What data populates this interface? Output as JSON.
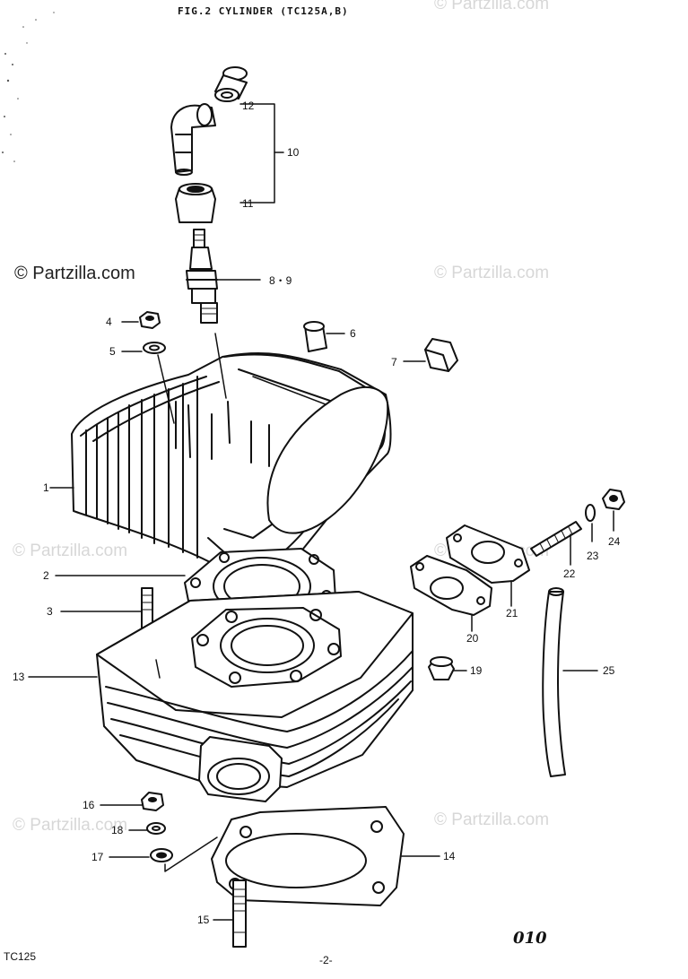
{
  "header": {
    "title": "FIG.2  CYLINDER (TC125A,B)"
  },
  "watermark": {
    "text": "© Partzilla.com"
  },
  "callouts": {
    "c1": "1",
    "c2": "2",
    "c3": "3",
    "c4": "4",
    "c5": "5",
    "c6": "6",
    "c7": "7",
    "c89": "8・9",
    "c10": "10",
    "c11": "11",
    "c12": "12",
    "c13": "13",
    "c14": "14",
    "c15": "15",
    "c16": "16",
    "c17": "17",
    "c18": "18",
    "c19": "19",
    "c20": "20",
    "c21": "21",
    "c22": "22",
    "c23": "23",
    "c24": "24",
    "c25": "25"
  },
  "footer": {
    "model": "TC125",
    "page": "-2-",
    "code": "010"
  },
  "colors": {
    "ink": "#111111",
    "watermark": "#d7d7d7",
    "paper": "#ffffff"
  }
}
